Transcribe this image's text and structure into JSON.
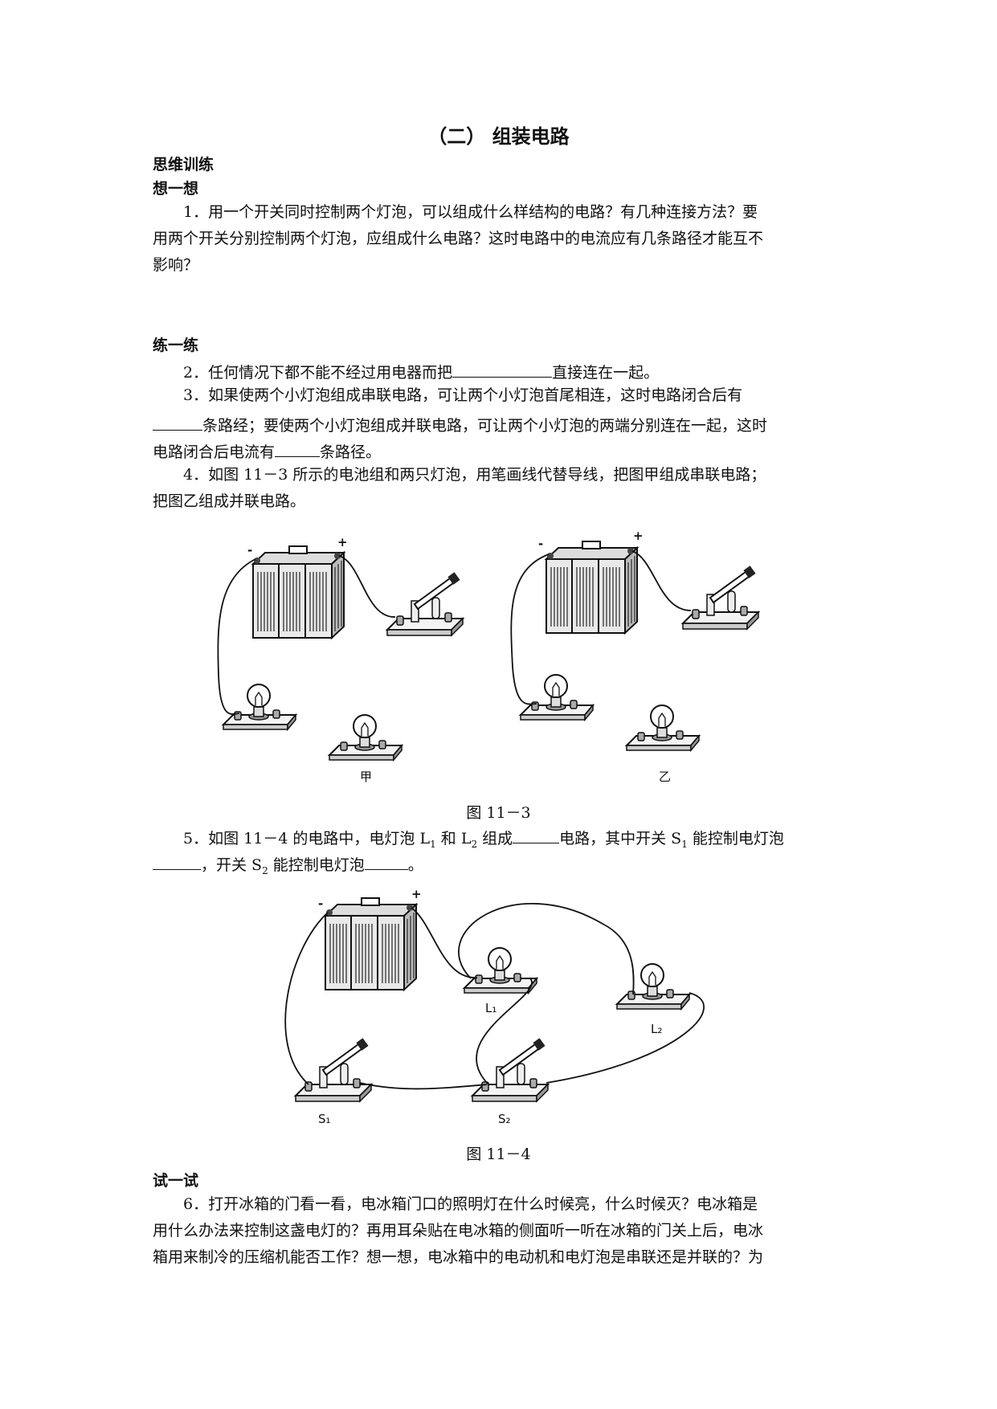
{
  "title": "（二）  组装电路",
  "sections": {
    "thinking": "思维训练",
    "think": "想一想",
    "practice": "练一练",
    "try": "试一试"
  },
  "q1": {
    "line1": "1．用一个开关同时控制两个灯泡，可以组成什么样结构的电路？有几种连接方法？要",
    "line2": "用两个开关分别控制两个灯泡，应组成什么电路？这时电路中的电流应有几条路径才能互不",
    "line3": "影响？"
  },
  "q2": {
    "a": "2．任何情况下都不能不经过用电器而把",
    "b": "直接连在一起。"
  },
  "q3": {
    "line1": "3．如果使两个小灯泡组成串联电路，可让两个小灯泡首尾相连，这时电路闭合后有",
    "line2b": "条路经；要使两个小灯泡组成并联电路，可让两个小灯泡的两端分别连在一起，这时",
    "line3a": "电路闭合后电流有",
    "line3b": "条路径。"
  },
  "q4": {
    "line1": "4．如图 11－3 所示的电池组和两只灯泡，用笔画线代替导线，把图甲组成串联电路；",
    "line2": "把图乙组成并联电路。"
  },
  "fig3": {
    "caption": "图 11－3",
    "label_left": "甲",
    "label_right": "乙",
    "minus": "-",
    "plus": "+"
  },
  "q5": {
    "l1a": "5．如图 11－4 的电路中，电灯泡 L",
    "sub1": "1",
    "l1b": " 和 L",
    "sub2": "2",
    "l1c": " 组成",
    "l1d": "电路，其中开关 S",
    "sub3": "1",
    "l1e": " 能控制电灯泡",
    "l2a": "，开关 S",
    "sub4": "2",
    "l2b": " 能控制电灯泡",
    "l2c": "。"
  },
  "fig4": {
    "caption": "图 11－4",
    "minus": "-",
    "plus": "+",
    "L1": "L₁",
    "L2": "L₂",
    "S1": "S₁",
    "S2": "S₂"
  },
  "q6": {
    "line1": "6．打开冰箱的门看一看，电冰箱门口的照明灯在什么时候亮，什么时候灭？电冰箱是",
    "line2": "用什么办法来控制这盏电灯的？再用耳朵贴在电冰箱的侧面听一听在冰箱的门关上后，电冰",
    "line3": "箱用来制冷的压缩机能否工作？想一想，电冰箱中的电动机和电灯泡是串联还是并联的？为"
  }
}
